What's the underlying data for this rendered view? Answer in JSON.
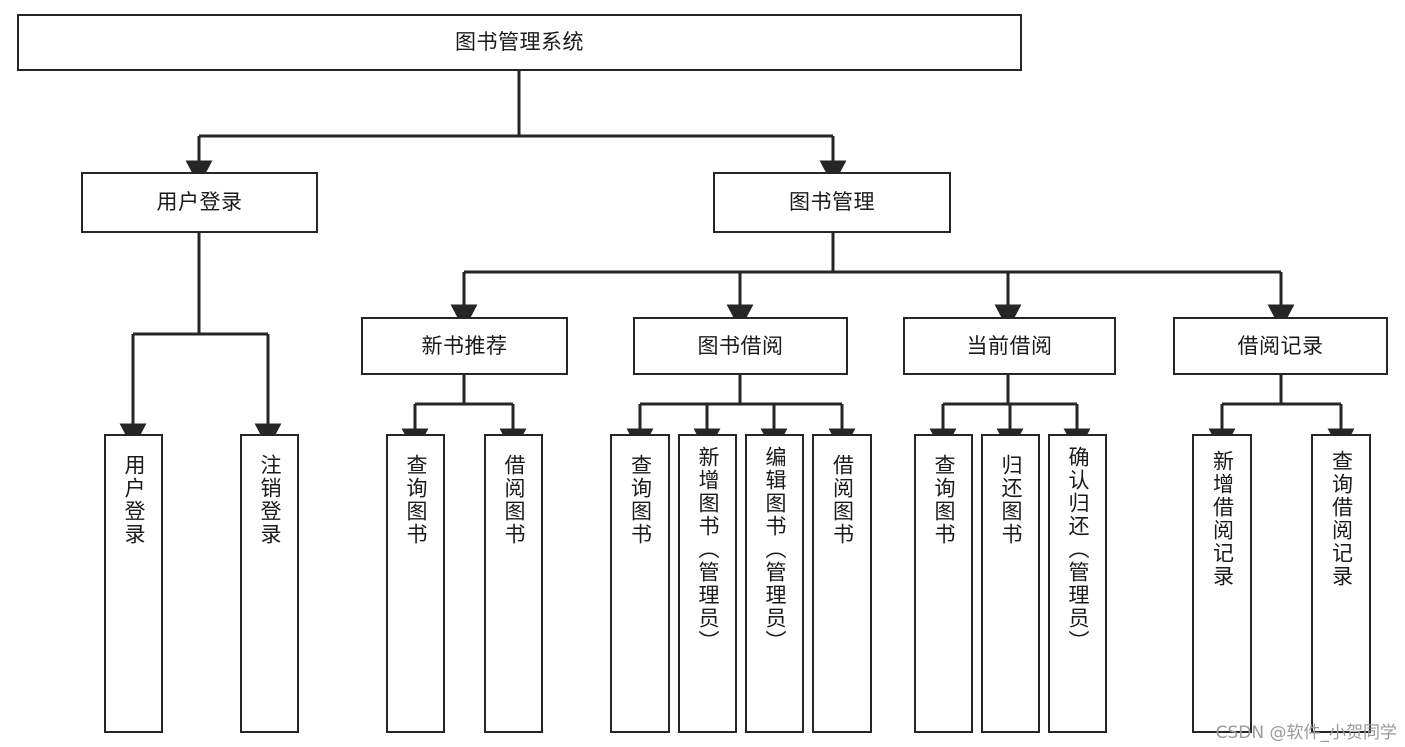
{
  "diagram": {
    "title": "图书管理系统",
    "type": "tree-hierarchy-chart",
    "root": {
      "id": "root",
      "label": "图书管理系统"
    },
    "level1": [
      {
        "id": "user-login",
        "label": "用户登录"
      },
      {
        "id": "book-manage",
        "label": "图书管理"
      }
    ],
    "level2": [
      {
        "id": "new-book-recommend",
        "label": "新书推荐"
      },
      {
        "id": "book-borrow",
        "label": "图书借阅"
      },
      {
        "id": "current-borrow",
        "label": "当前借阅"
      },
      {
        "id": "borrow-record",
        "label": "借阅记录"
      }
    ],
    "leaves": {
      "user_login": [
        {
          "id": "leaf-user-login",
          "label": "用户登录"
        },
        {
          "id": "leaf-logout-login",
          "label": "注销登录"
        }
      ],
      "new_book_recommend": [
        {
          "id": "leaf-query-book-1",
          "label": "查询图书"
        },
        {
          "id": "leaf-borrow-book-1",
          "label": "借阅图书"
        }
      ],
      "book_borrow": [
        {
          "id": "leaf-query-book-2",
          "label": "查询图书"
        },
        {
          "id": "leaf-add-book",
          "label": "新增图书（管理员）"
        },
        {
          "id": "leaf-edit-book",
          "label": "编辑图书（管理员）"
        },
        {
          "id": "leaf-borrow-book-2",
          "label": "借阅图书"
        }
      ],
      "current_borrow": [
        {
          "id": "leaf-query-book-3",
          "label": "查询图书"
        },
        {
          "id": "leaf-return-book",
          "label": "归还图书"
        },
        {
          "id": "leaf-confirm-return",
          "label": "确认归还（管理员）"
        }
      ],
      "borrow_record": [
        {
          "id": "leaf-add-record",
          "label": "新增借阅记录"
        },
        {
          "id": "leaf-query-record",
          "label": "查询借阅记录"
        }
      ]
    }
  },
  "watermark": {
    "text": "CSDN @软件_小贺同学"
  },
  "colors": {
    "stroke": "#262626",
    "background": "#ffffff",
    "text": "#1a1a1a",
    "watermark": "#9a9a9a"
  }
}
